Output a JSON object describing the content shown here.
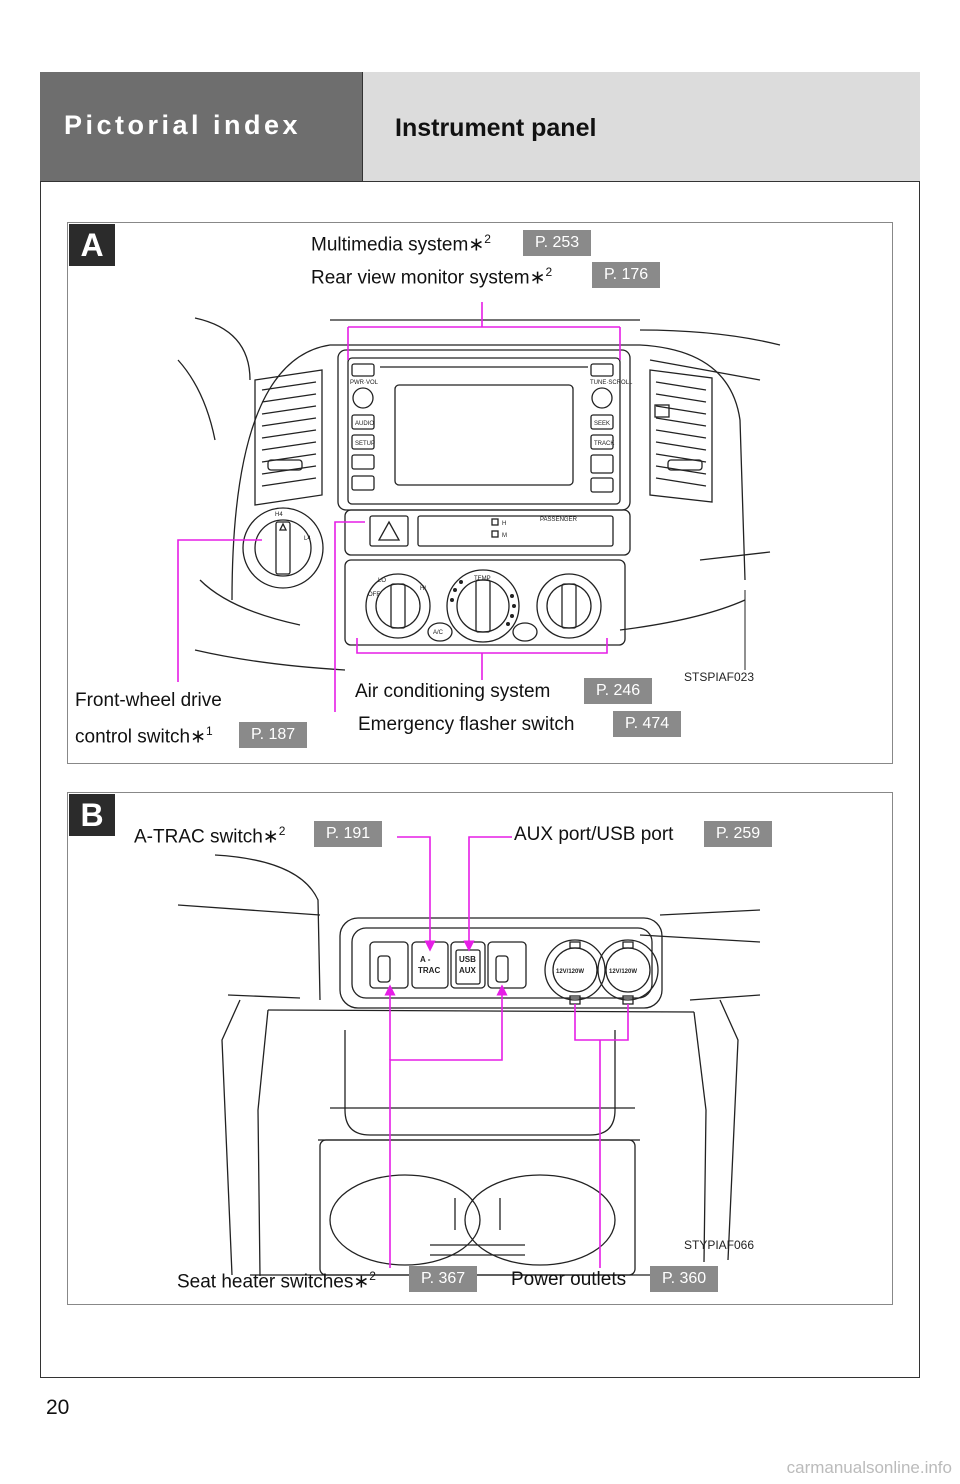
{
  "header": {
    "section": "Pictorial index",
    "title": "Instrument panel"
  },
  "panel_a": {
    "badge": "A",
    "figure_code": "STSPIAF023",
    "labels": {
      "multimedia": {
        "text": "Multimedia system",
        "note": "2",
        "page": "P. 253"
      },
      "rear_view": {
        "text": "Rear view monitor system",
        "note": "2",
        "page": "P. 176"
      },
      "front_wheel_line1": {
        "text": "Front-wheel drive"
      },
      "front_wheel_line2": {
        "text": "control switch",
        "note": "1",
        "page": "P. 187"
      },
      "air_conditioning": {
        "text": "Air conditioning system",
        "page": "P. 246"
      },
      "emergency": {
        "text": "Emergency flasher switch",
        "page": "P. 474"
      }
    },
    "device_text": {
      "pwr_vol": "PWR·VOL",
      "tune_scroll": "TUNE·SCROLL",
      "audio": "AUDIO",
      "setup": "SETUP",
      "seek": "SEEK",
      "track": "TRACK",
      "h": "H",
      "m": "M",
      "passenger": "PASSENGER",
      "temp": "TEMP",
      "ac": "A/C",
      "off": "OFF",
      "lo": "LO",
      "hi": "HI",
      "h4": "H4",
      "l4": "L4"
    }
  },
  "panel_b": {
    "badge": "B",
    "figure_code": "STYPIAF066",
    "labels": {
      "atrac": {
        "text": "A-TRAC switch",
        "note": "2",
        "page": "P. 191"
      },
      "aux_usb": {
        "text": "AUX port/USB port",
        "page": "P. 259"
      },
      "seat_heater": {
        "text": "Seat heater switches",
        "note": "2",
        "page": "P. 367"
      },
      "power_outlets": {
        "text": "Power outlets",
        "page": "P. 360"
      }
    },
    "device_text": {
      "atrac_top": "A -",
      "atrac_bottom": "TRAC",
      "usb": "USB",
      "aux": "AUX",
      "outlet": "12V/120W"
    }
  },
  "footnote_symbol": "∗",
  "page_number": "20",
  "watermark": "carmanualsonline.info",
  "colors": {
    "leader": "#e61ee6",
    "header_dark": "#6e6e6e",
    "header_light": "#dcdcdc",
    "page_ref_bg": "#8a8a8a",
    "badge_bg": "#2b2b2b"
  }
}
